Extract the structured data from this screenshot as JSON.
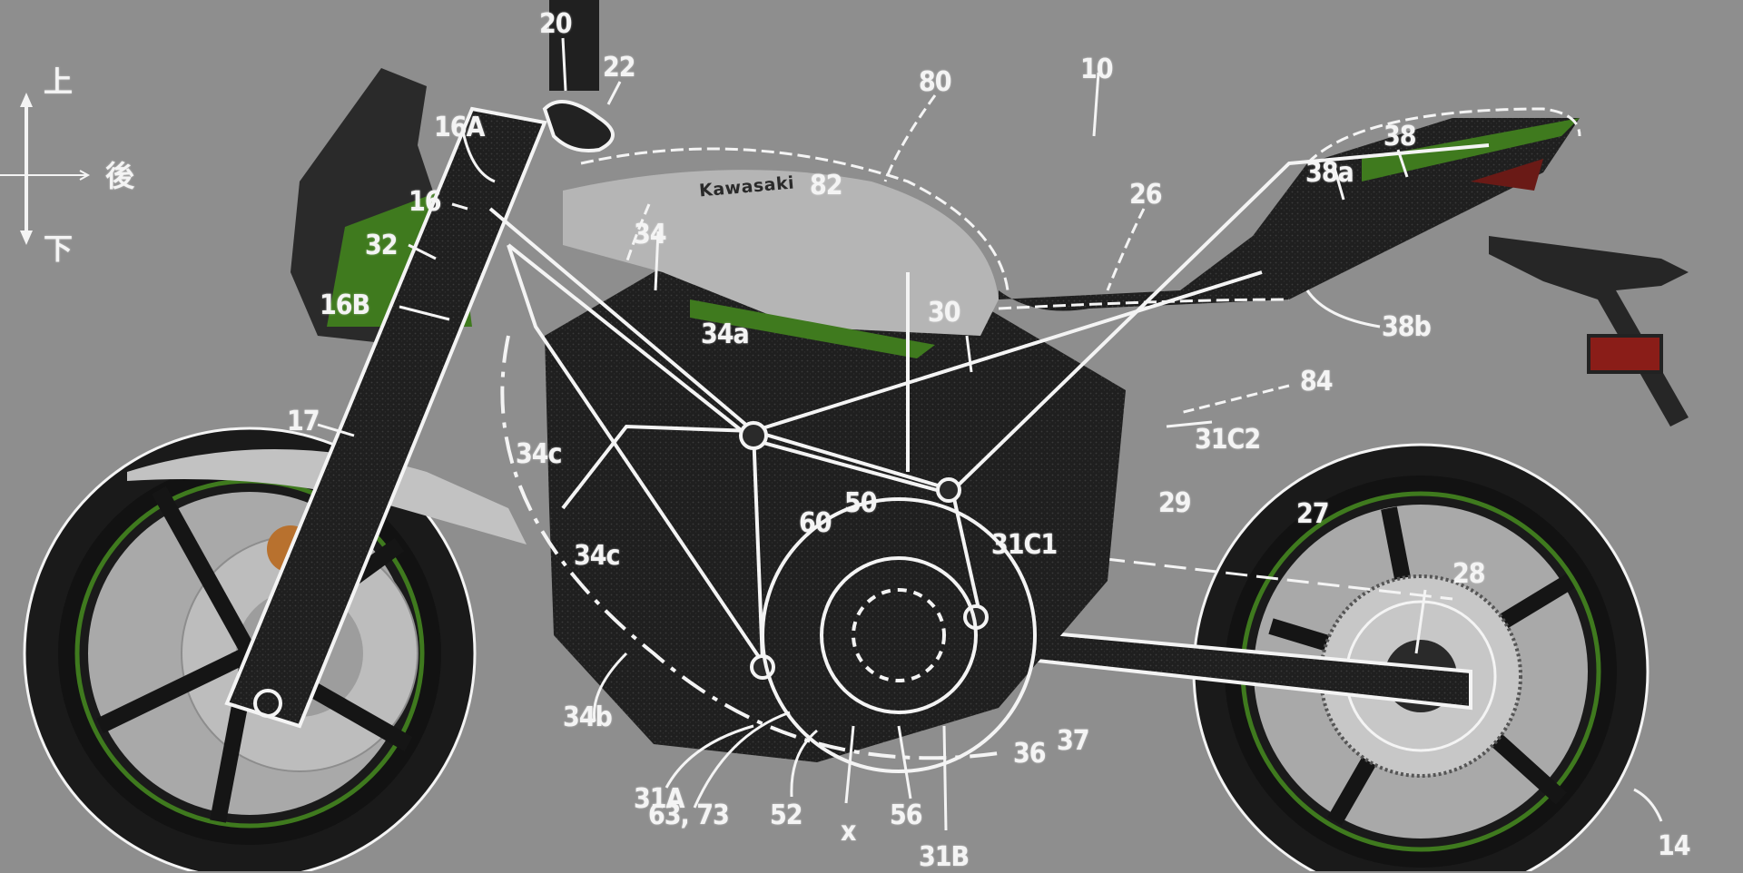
{
  "figure": {
    "subject": "motorcycle patent drawing overlay",
    "brand_text": "Kawasaki",
    "colors": {
      "background": "#8e8e8e",
      "overlay_lines": "#f4f4f4",
      "accent_green": "#3f7a1e",
      "body_dark": "#1c1c1c",
      "tank_silver": "#b5b5b5",
      "reflector_red": "#8a1d18",
      "turn_signal_amber": "#b8712e"
    }
  },
  "orientation": {
    "up": "上",
    "rear": "後",
    "down": "下"
  },
  "labels": {
    "l20": "20",
    "l22": "22",
    "l80": "80",
    "l10": "10",
    "l16A": "16A",
    "l16": "16",
    "l32": "32",
    "l16B": "16B",
    "l82": "82",
    "l34": "34",
    "l26": "26",
    "l38": "38",
    "l38a": "38a",
    "l34a": "34a",
    "l30": "30",
    "l38b": "38b",
    "l84": "84",
    "l17": "17",
    "l34c_upper": "34c",
    "l31C2": "31C2",
    "l60": "60",
    "l50": "50",
    "l29": "29",
    "l27": "27",
    "l34c_lower": "34c",
    "l31C1": "31C1",
    "l28": "28",
    "l34b": "34b",
    "l36": "36",
    "l37": "37",
    "l31A": "31A",
    "l63_73": "63, 73",
    "l52": "52",
    "lx": "x",
    "l56": "56",
    "l31B": "31B",
    "l14": "14"
  }
}
